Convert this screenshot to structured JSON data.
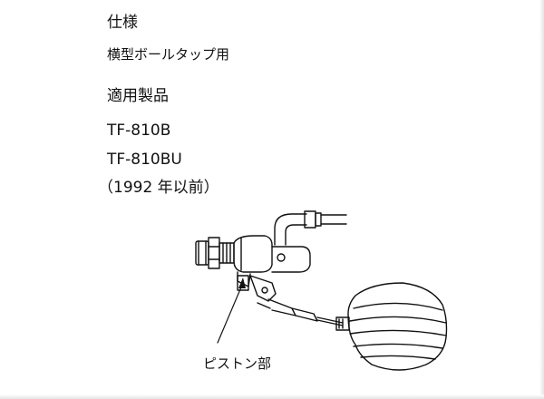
{
  "spec": {
    "heading": "仕様",
    "value": "横型ボールタップ用"
  },
  "products": {
    "heading": "適用製品",
    "items": [
      "TF-810B",
      "TF-810BU",
      "（1992 年以前）"
    ]
  },
  "diagram": {
    "callout_label": "ピストン部"
  },
  "colors": {
    "ink": "#111111",
    "background": "#ffffff"
  }
}
